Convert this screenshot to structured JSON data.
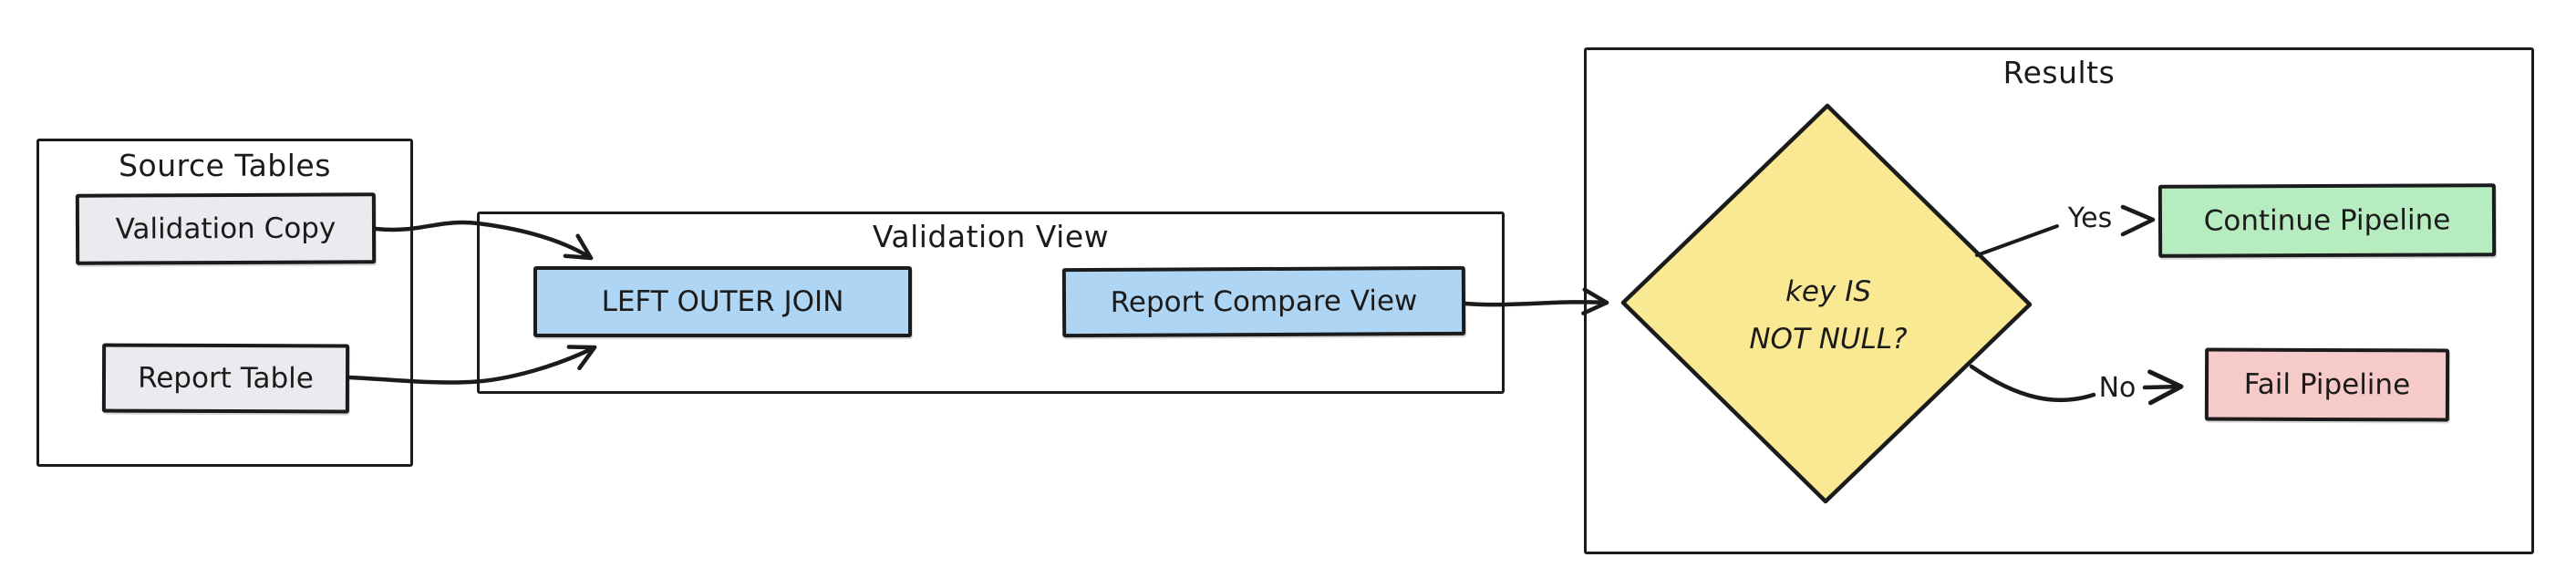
{
  "diagram": {
    "background": "#ffffff",
    "stroke_color": "#1b1b1b",
    "groups": {
      "source_tables": {
        "title": "Source Tables"
      },
      "validation_view": {
        "title": "Validation View"
      },
      "results": {
        "title": "Results"
      }
    },
    "nodes": {
      "validation_copy": {
        "label": "Validation Copy",
        "fill": "#e9ebee"
      },
      "report_table": {
        "label": "Report Table",
        "fill": "#e9ebee"
      },
      "left_outer_join": {
        "label": "LEFT OUTER JOIN",
        "fill": "#aed5f3"
      },
      "report_compare_view": {
        "label": "Report Compare View",
        "fill": "#aed5f3"
      },
      "decision": {
        "line1": "key IS",
        "line2": "NOT NULL?",
        "fill": "#fae993"
      },
      "continue_pipeline": {
        "label": "Continue Pipeline",
        "fill": "#b6ecc0"
      },
      "fail_pipeline": {
        "label": "Fail Pipeline",
        "fill": "#f7caca"
      }
    },
    "edge_labels": {
      "yes": "Yes",
      "no": "No"
    }
  }
}
